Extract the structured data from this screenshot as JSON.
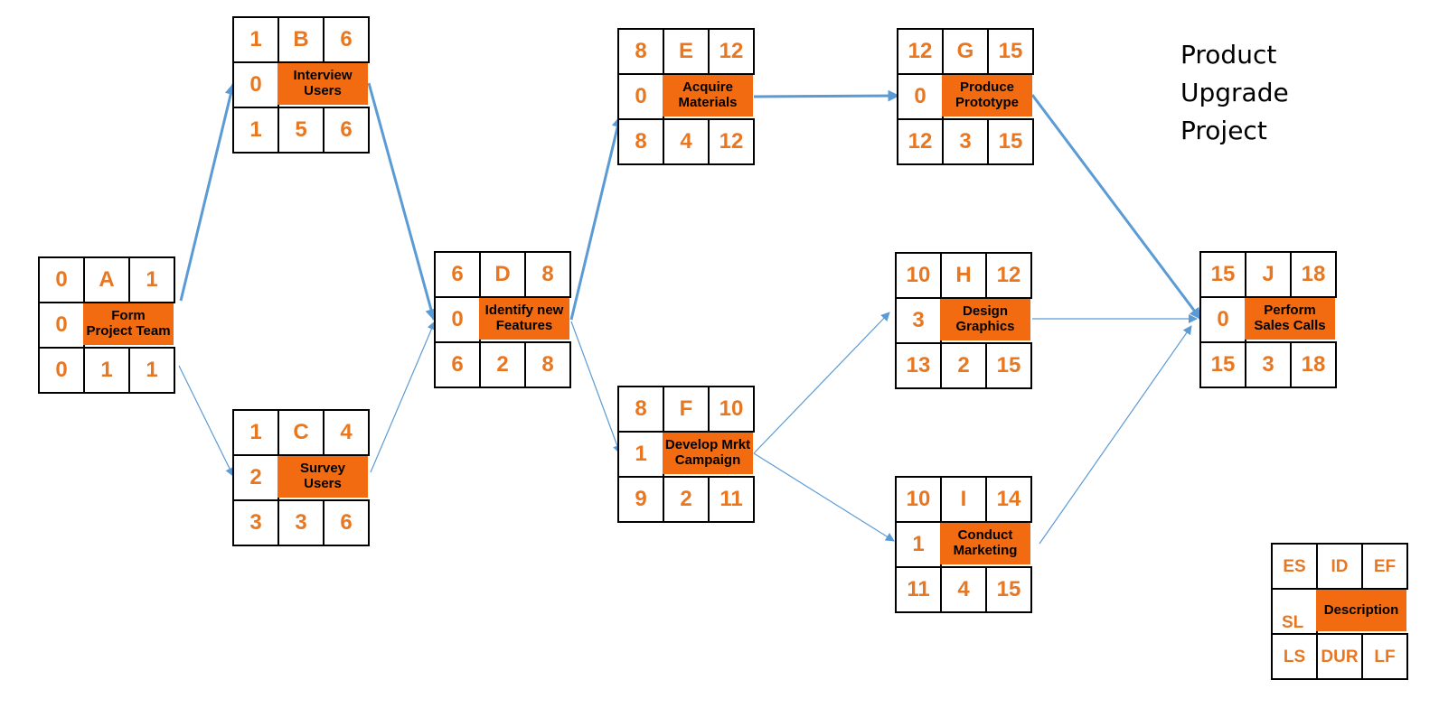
{
  "title": [
    "Product",
    "Upgrade",
    "Project"
  ],
  "colors": {
    "accent": "#F26B10",
    "number": "#E87722",
    "border": "#000000",
    "arrow": "#5B9BD5"
  },
  "nodes": [
    {
      "id": "A",
      "es": "0",
      "ef": "1",
      "sl": "0",
      "ls": "0",
      "dur": "1",
      "lf": "1",
      "desc": "Form\nProject Team"
    },
    {
      "id": "B",
      "es": "1",
      "ef": "6",
      "sl": "0",
      "ls": "1",
      "dur": "5",
      "lf": "6",
      "desc": "Interview\nUsers"
    },
    {
      "id": "C",
      "es": "1",
      "ef": "4",
      "sl": "2",
      "ls": "3",
      "dur": "3",
      "lf": "6",
      "desc": "Survey\nUsers"
    },
    {
      "id": "D",
      "es": "6",
      "ef": "8",
      "sl": "0",
      "ls": "6",
      "dur": "2",
      "lf": "8",
      "desc": "Identify new\nFeatures"
    },
    {
      "id": "E",
      "es": "8",
      "ef": "12",
      "sl": "0",
      "ls": "8",
      "dur": "4",
      "lf": "12",
      "desc": "Acquire\nMaterials"
    },
    {
      "id": "F",
      "es": "8",
      "ef": "10",
      "sl": "1",
      "ls": "9",
      "dur": "2",
      "lf": "11",
      "desc": "Develop Mrkt\nCampaign"
    },
    {
      "id": "G",
      "es": "12",
      "ef": "15",
      "sl": "0",
      "ls": "12",
      "dur": "3",
      "lf": "15",
      "desc": "Produce\nPrototype"
    },
    {
      "id": "H",
      "es": "10",
      "ef": "12",
      "sl": "3",
      "ls": "13",
      "dur": "2",
      "lf": "15",
      "desc": "Design\nGraphics"
    },
    {
      "id": "I",
      "es": "10",
      "ef": "14",
      "sl": "1",
      "ls": "11",
      "dur": "4",
      "lf": "15",
      "desc": "Conduct\nMarketing"
    },
    {
      "id": "J",
      "es": "15",
      "ef": "18",
      "sl": "0",
      "ls": "15",
      "dur": "3",
      "lf": "18",
      "desc": "Perform\nSales Calls"
    }
  ],
  "edges": [
    {
      "from": "A",
      "to": "B",
      "critical": true
    },
    {
      "from": "A",
      "to": "C",
      "critical": false
    },
    {
      "from": "B",
      "to": "D",
      "critical": true
    },
    {
      "from": "C",
      "to": "D",
      "critical": false
    },
    {
      "from": "D",
      "to": "E",
      "critical": true
    },
    {
      "from": "D",
      "to": "F",
      "critical": false
    },
    {
      "from": "E",
      "to": "G",
      "critical": true
    },
    {
      "from": "F",
      "to": "H",
      "critical": false
    },
    {
      "from": "F",
      "to": "I",
      "critical": false
    },
    {
      "from": "G",
      "to": "J",
      "critical": true
    },
    {
      "from": "H",
      "to": "J",
      "critical": false
    },
    {
      "from": "I",
      "to": "J",
      "critical": false
    }
  ],
  "legend": {
    "es": "ES",
    "id": "ID",
    "ef": "EF",
    "sl": "SL",
    "desc": "Description",
    "ls": "LS",
    "dur": "DUR",
    "lf": "LF"
  }
}
